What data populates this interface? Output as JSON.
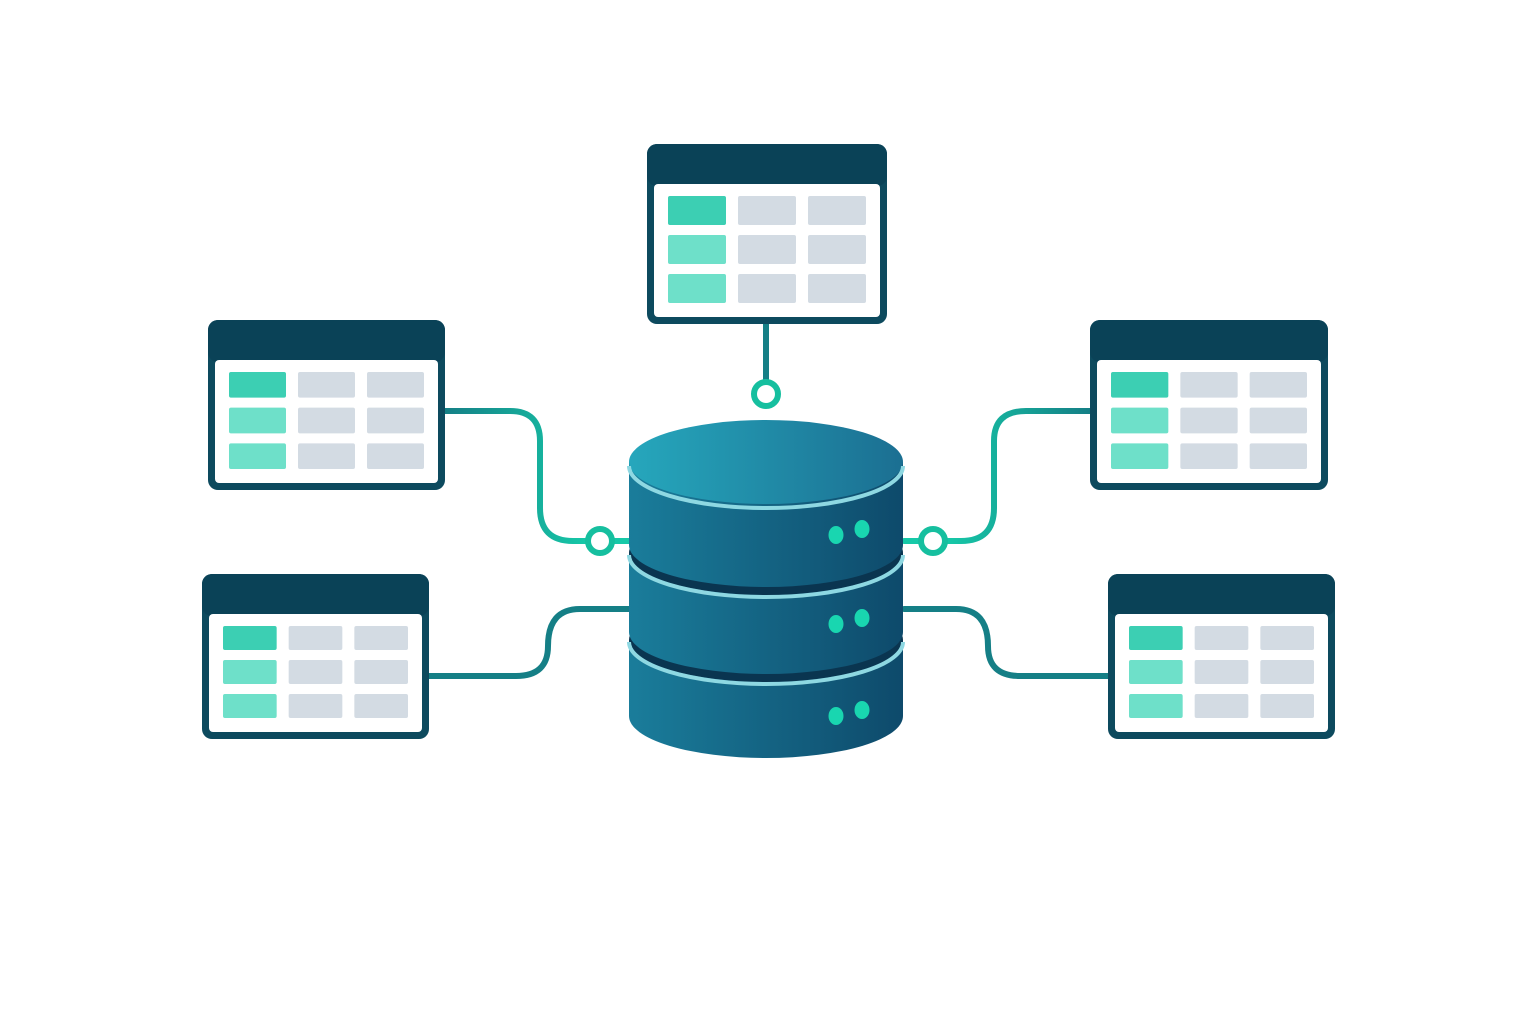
{
  "colors": {
    "background": "#ffffff",
    "window_frame": "#0d4a5e",
    "window_title_bar": "#0a4257",
    "window_body": "#ffffff",
    "cell_accent_strong": "#3ccfb3",
    "cell_accent_light": "#6ee0c9",
    "cell_neutral": "#d3dbe3",
    "connector_dark": "#157f86",
    "connector_bright": "#16c9a8",
    "node_ring": "#16bf9f",
    "cylinder_top_light": "#26a7bc",
    "cylinder_top_dark": "#1b6f92",
    "cylinder_body_light": "#1a7d9b",
    "cylinder_body_dark": "#0e4a6b",
    "cylinder_rim": "#8ed8e2",
    "cylinder_shadow": "#0a3550",
    "indicator_light": "#19d6b0"
  },
  "icons": {
    "database": "database-cylinder-icon",
    "table_window": "table-window-icon",
    "connector_node": "connector-node-icon",
    "status_light": "status-light-icon"
  },
  "database": {
    "segments": 3,
    "indicator_lights_per_segment": 2
  },
  "table_windows": [
    {
      "id": "top",
      "rows": 3,
      "columns": 3,
      "accent_column": 1
    },
    {
      "id": "left-upper",
      "rows": 3,
      "columns": 3,
      "accent_column": 1
    },
    {
      "id": "right-upper",
      "rows": 3,
      "columns": 3,
      "accent_column": 1
    },
    {
      "id": "left-lower",
      "rows": 3,
      "columns": 3,
      "accent_column": 1
    },
    {
      "id": "right-lower",
      "rows": 3,
      "columns": 3,
      "accent_column": 1
    }
  ],
  "connectors": [
    {
      "from": "top",
      "to": "database",
      "has_node": true
    },
    {
      "from": "left-upper",
      "to": "database",
      "has_node": true
    },
    {
      "from": "right-upper",
      "to": "database",
      "has_node": true
    },
    {
      "from": "left-lower",
      "to": "database",
      "has_node": false
    },
    {
      "from": "right-lower",
      "to": "database",
      "has_node": false
    }
  ]
}
